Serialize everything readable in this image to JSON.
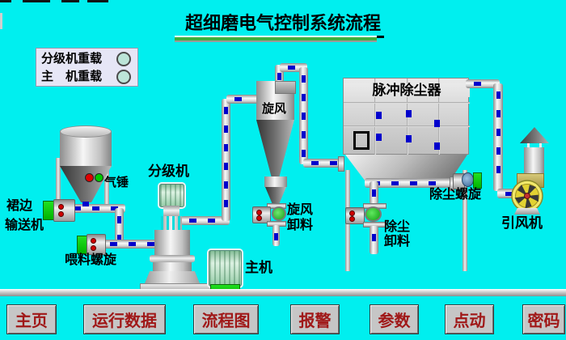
{
  "title": "超细磨电气控制系统流程",
  "status_panel": {
    "rows": [
      {
        "label": "分级机重载"
      },
      {
        "label": "主　机重载"
      }
    ]
  },
  "equipment_labels": {
    "air_hammer": "气锤",
    "skirt_conveyor_line1": "裙边",
    "skirt_conveyor_line2": "输送机",
    "feed_screw": "喂料螺旋",
    "classifier": "分级机",
    "main_machine": "主机",
    "cyclone": "旋风",
    "cyclone_discharge_line1": "旋风",
    "cyclone_discharge_line2": "卸料",
    "pulse_dust_collector": "脉冲除尘器",
    "dust_discharge_line1": "除尘",
    "dust_discharge_line2": "卸料",
    "dust_screw": "除尘螺旋",
    "induced_draft_fan": "引风机"
  },
  "buttons": [
    {
      "label": "主页"
    },
    {
      "label": "运行数据"
    },
    {
      "label": "流程图"
    },
    {
      "label": "报警"
    },
    {
      "label": "参数"
    },
    {
      "label": "点动"
    },
    {
      "label": "密码"
    }
  ],
  "colors": {
    "background": "#00EFEF",
    "pipe_dash_blue": "#0000CC",
    "panel_bg": "#E6E6F6",
    "indicator_green": "#BCE4D8",
    "alarm_red": "#E00000",
    "run_green": "#00C800",
    "button_bg": "#C6C6C6",
    "button_text": "#A01818",
    "title_bar_green": "#3EAE3E"
  }
}
